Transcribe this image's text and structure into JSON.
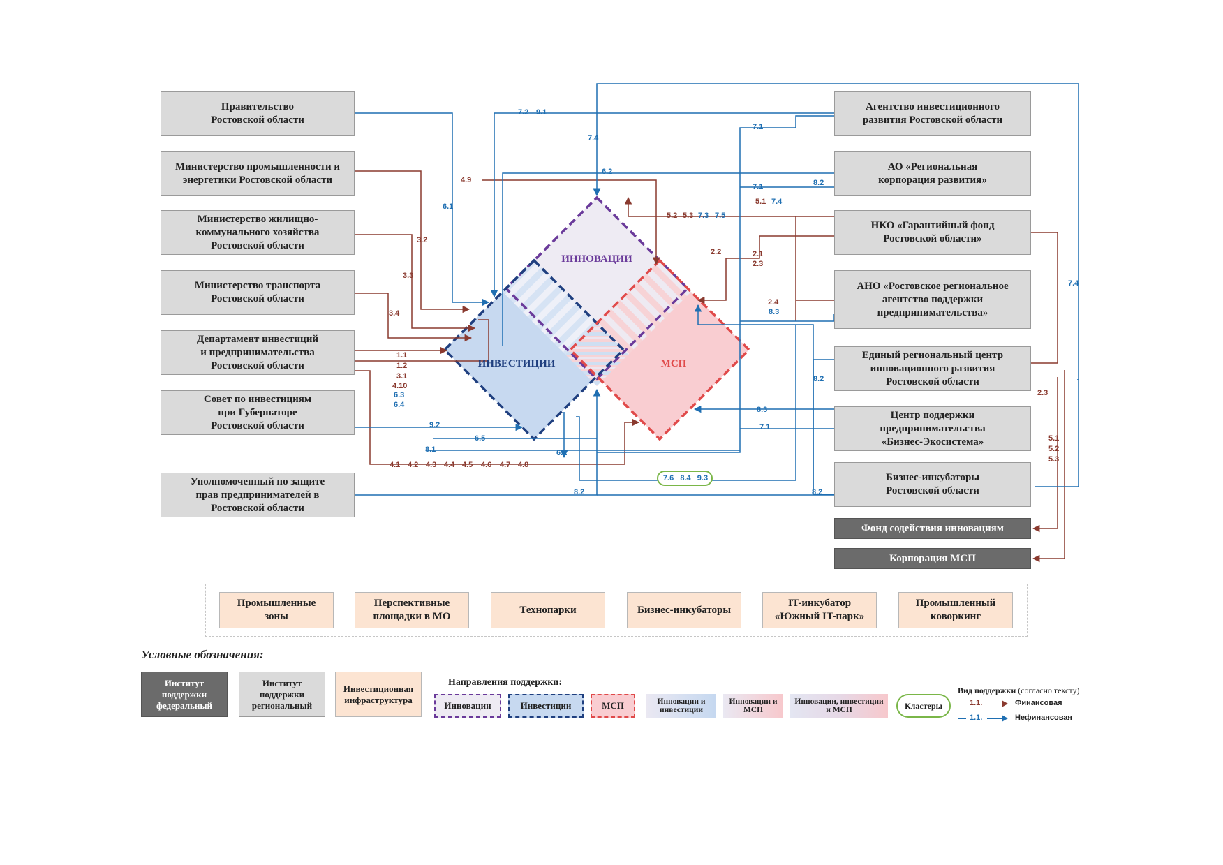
{
  "institutions_left": [
    {
      "id": "gov",
      "lines": [
        "Правительство",
        "Ростовской области"
      ]
    },
    {
      "id": "minprom",
      "lines": [
        "Министерство промышленности и",
        "энергетики Ростовской области"
      ]
    },
    {
      "id": "minzhkh",
      "lines": [
        "Министерство жилищно-",
        "коммунального хозяйства",
        "Ростовской области"
      ]
    },
    {
      "id": "mintrans",
      "lines": [
        "Министерство транспорта",
        "Ростовской области"
      ]
    },
    {
      "id": "depinv",
      "lines": [
        "Департамент инвестиций",
        "и предпринимательства",
        "Ростовской области"
      ]
    },
    {
      "id": "sovet",
      "lines": [
        "Совет по инвестициям",
        "при Губернаторе",
        "Ростовской области"
      ]
    },
    {
      "id": "upoln",
      "lines": [
        "Уполномоченный по защите",
        "прав предпринимателей в",
        "Ростовской области"
      ]
    }
  ],
  "institutions_right": [
    {
      "id": "agency",
      "lines": [
        "Агентство инвестиционного",
        "развития Ростовской области"
      ]
    },
    {
      "id": "ao",
      "lines": [
        "АО «Региональная",
        "корпорация развития»"
      ]
    },
    {
      "id": "nko",
      "lines": [
        "НКО «Гарантийный фонд",
        "Ростовской области»"
      ]
    },
    {
      "id": "ano",
      "lines": [
        "АНО «Ростовское региональное",
        "агентство поддержки",
        "предпринимательства»"
      ]
    },
    {
      "id": "erc",
      "lines": [
        "Единый региональный центр",
        "инновационного развития",
        "Ростовской области"
      ]
    },
    {
      "id": "cpp",
      "lines": [
        "Центр поддержки",
        "предпринимательства",
        "«Бизнес-Экосистема»"
      ]
    },
    {
      "id": "bi",
      "lines": [
        "Бизнес-инкубаторы",
        "Ростовской области"
      ]
    }
  ],
  "institutions_federal": [
    {
      "id": "fsi",
      "text": "Фонд содействия инновациям"
    },
    {
      "id": "msp_corp",
      "text": "Корпорация МСП"
    }
  ],
  "infrastructure": [
    {
      "lines": [
        "Промышленные",
        "зоны"
      ]
    },
    {
      "lines": [
        "Перспективные",
        "площадки в МО"
      ]
    },
    {
      "lines": [
        "Технопарки"
      ]
    },
    {
      "lines": [
        "Бизнес-инкубаторы"
      ]
    },
    {
      "lines": [
        "IT-инкубатор",
        "«Южный IT-парк»"
      ]
    },
    {
      "lines": [
        "Промышленный",
        "коворкинг"
      ]
    }
  ],
  "directions": {
    "innov": "ИННОВАЦИИ",
    "invest": "ИНВЕСТИЦИИ",
    "msp": "МСП"
  },
  "cluster_label": "7.6   8.4   9.3",
  "edge_labels": {
    "red": [
      "4.9",
      "3.2",
      "3.3",
      "3.4",
      "1.1",
      "1.2",
      "3.1",
      "4.10",
      "4.1",
      "4.2",
      "4.3",
      "4.4",
      "4.5",
      "4.6",
      "4.7",
      "4.8",
      "5.2",
      "5.3",
      "5.1",
      "2.2",
      "2.1",
      "2.3",
      "2.4",
      "2.3",
      "5.1",
      "5.2",
      "5.3"
    ],
    "blue": [
      "7.2",
      "9.1",
      "7.4",
      "6.1",
      "6.2",
      "7.1",
      "7.1",
      "7.4",
      "7.3",
      "7.5",
      "8.2",
      "8.3",
      "8.2",
      "8.3",
      "7.1",
      "6.3",
      "6.4",
      "9.2",
      "6.5",
      "8.1",
      "6.1",
      "8.2",
      "8.2",
      "7.4"
    ]
  },
  "legend": {
    "title": "Условные обозначения:",
    "federal": "Институт поддержки федеральный",
    "regional": "Институт поддержки региональный",
    "infra": "Инвестиционная инфраструктура",
    "directions_title": "Направления поддержки:",
    "innov": "Инновации",
    "invest": "Инвестиции",
    "msp": "МСП",
    "innov_invest": "Инновации и инвестиции",
    "innov_msp": "Инновации и МСП",
    "all": "Инновации, инвестиции и МСП",
    "clusters": "Кластеры",
    "support_type_title": "Вид поддержки",
    "support_type_note": "(согласно тексту)",
    "fin_code": "1.1.",
    "fin_label": "Финансовая",
    "nonfin_code": "1.1.",
    "nonfin_label": "Нефинансовая"
  },
  "colors": {
    "red_line": "#8a3a2f",
    "blue_line": "#1f6fb2",
    "innov": "#6a3a9a",
    "invest": "#1f3f7f",
    "msp": "#e04a4a",
    "box": "#dadada",
    "fed_box": "#6b6b6b",
    "infra_box": "#fce4d2"
  }
}
